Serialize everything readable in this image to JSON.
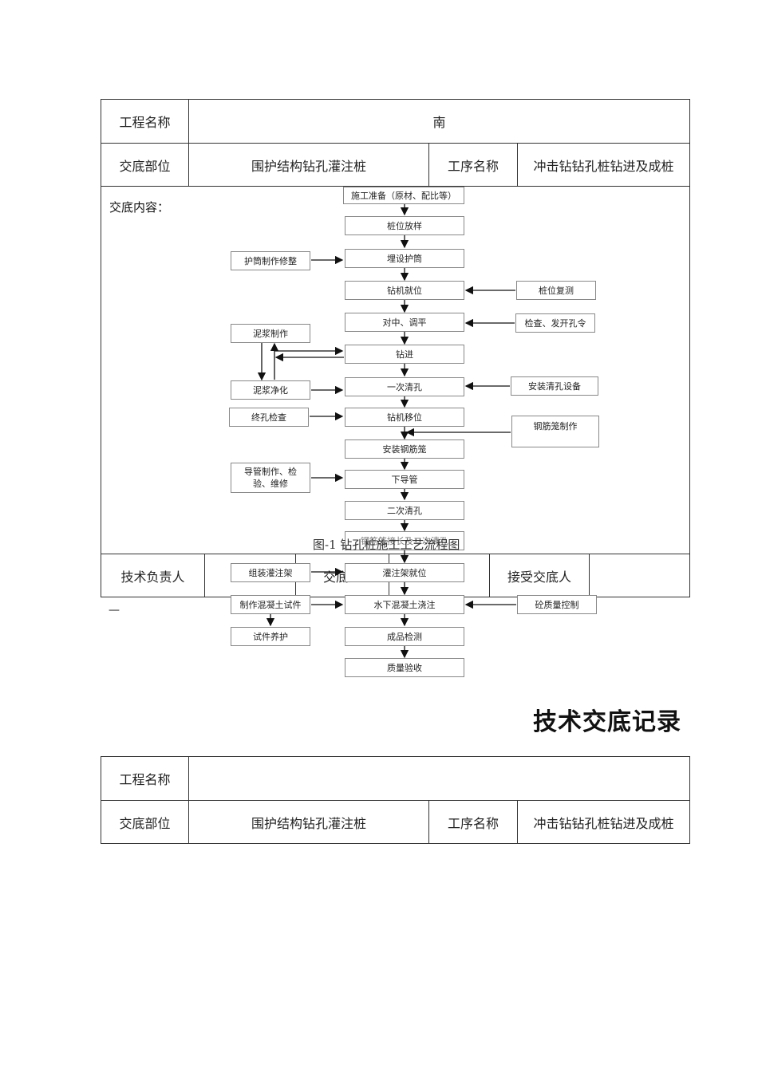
{
  "record1": {
    "project_name_label": "工程名称",
    "project_name_value": "南",
    "part_label": "交底部位",
    "part_value": "围护结构钻孔灌注桩",
    "process_label": "工序名称",
    "process_value": "冲击钻钻孔桩钻进及成桩",
    "content_label": "交底内容：",
    "tech_lead_label": "技术负责人",
    "discloser_label": "交底人",
    "receiver_label": "接受交底人"
  },
  "flowchart": {
    "caption": "图-1 钻孔桩施工工艺流程图",
    "overlap_text": "钢筋笼接长及二次清孔",
    "main_steps": [
      "施工准备（原材、配比等）",
      "桩位放样",
      "埋设护筒",
      "钻机就位",
      "对中、调平",
      "钻进",
      "一次清孔",
      "钻机移位",
      "安装钢筋笼",
      "下导管",
      "二次清孔",
      "灌注架就位",
      "水下混凝土浇注",
      "成品检测",
      "质量验收"
    ],
    "left_steps": [
      "护筒制作修整",
      "泥浆制作",
      "泥浆净化",
      "终孔检查",
      "导管制作、检验、维修",
      "组装灌注架",
      "制作混凝土试件",
      "试件养护"
    ],
    "right_steps": [
      "桩位复测",
      "检查、发开孔令",
      "安装清孔设备",
      "钢筋笼制作",
      "砼质量控制"
    ]
  },
  "dash": "—",
  "record2": {
    "title": "技术交底记录",
    "project_name_label": "工程名称",
    "project_name_value": "",
    "part_label": "交底部位",
    "part_value": "围护结构钻孔灌注桩",
    "process_label": "工序名称",
    "process_value": "冲击钻钻孔桩钻进及成桩"
  }
}
